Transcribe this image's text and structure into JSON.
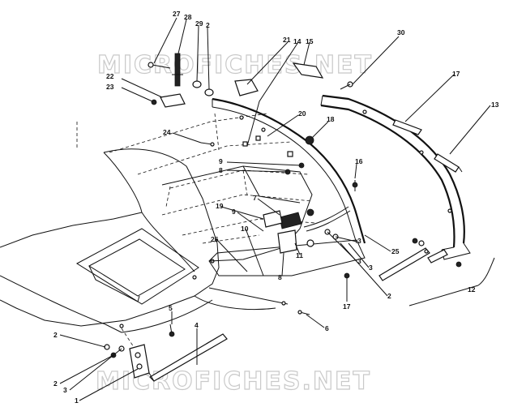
{
  "watermark": {
    "top": "MICROFICHES.NET",
    "bottom": "MICROFICHES.NET"
  },
  "callouts": [
    "1",
    "2",
    "3",
    "4",
    "5",
    "6",
    "7",
    "8",
    "9",
    "10",
    "11",
    "12",
    "13",
    "14",
    "15",
    "16",
    "17",
    "18",
    "19",
    "20",
    "21",
    "22",
    "23",
    "24",
    "25",
    "26",
    "27",
    "28",
    "29",
    "30"
  ],
  "labels": [
    {
      "id": "l27",
      "text": "27"
    },
    {
      "id": "l28",
      "text": "28"
    },
    {
      "id": "l29",
      "text": "29"
    },
    {
      "id": "l2a",
      "text": "2"
    },
    {
      "id": "l21",
      "text": "21"
    },
    {
      "id": "l14",
      "text": "14"
    },
    {
      "id": "l15",
      "text": "15"
    },
    {
      "id": "l22",
      "text": "22"
    },
    {
      "id": "l23",
      "text": "23"
    },
    {
      "id": "l30",
      "text": "30"
    },
    {
      "id": "l17a",
      "text": "17"
    },
    {
      "id": "l13",
      "text": "13"
    },
    {
      "id": "l20",
      "text": "20"
    },
    {
      "id": "l18",
      "text": "18"
    },
    {
      "id": "l24",
      "text": "24"
    },
    {
      "id": "l16",
      "text": "16"
    },
    {
      "id": "l9a",
      "text": "9"
    },
    {
      "id": "l8a",
      "text": "8"
    },
    {
      "id": "l7",
      "text": "7"
    },
    {
      "id": "l19",
      "text": "19"
    },
    {
      "id": "l9b",
      "text": "9"
    },
    {
      "id": "l10",
      "text": "10"
    },
    {
      "id": "l26",
      "text": "26"
    },
    {
      "id": "l3a",
      "text": "3"
    },
    {
      "id": "l3b",
      "text": "3"
    },
    {
      "id": "l3c",
      "text": "3"
    },
    {
      "id": "l25",
      "text": "25"
    },
    {
      "id": "l11",
      "text": "11"
    },
    {
      "id": "l8b",
      "text": "8"
    },
    {
      "id": "l2b",
      "text": "2"
    },
    {
      "id": "l17b",
      "text": "17"
    },
    {
      "id": "l12",
      "text": "12"
    },
    {
      "id": "l5",
      "text": "5"
    },
    {
      "id": "l6",
      "text": "6"
    },
    {
      "id": "l4",
      "text": "4"
    },
    {
      "id": "l2c",
      "text": "2"
    },
    {
      "id": "l2d",
      "text": "2"
    },
    {
      "id": "l3d",
      "text": "3"
    },
    {
      "id": "l1",
      "text": "1"
    }
  ]
}
